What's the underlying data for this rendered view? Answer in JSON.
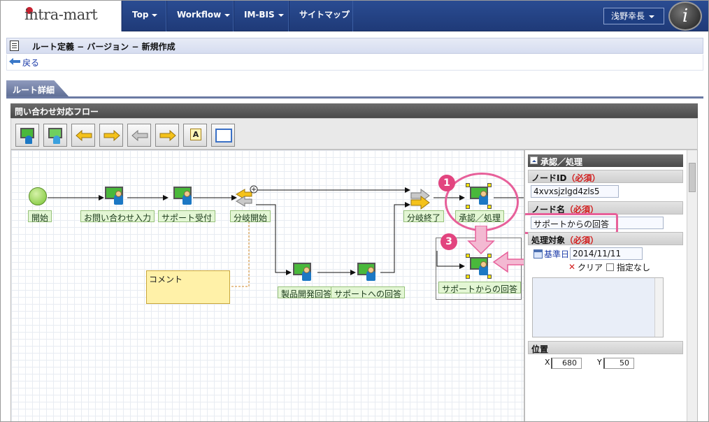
{
  "app": {
    "logo": "intra-mart",
    "nav": [
      {
        "label": "Top"
      },
      {
        "label": "Workflow"
      },
      {
        "label": "IM-BIS"
      },
      {
        "label": "サイトマップ"
      }
    ],
    "user_name": "浅野幸長",
    "avatar_letter": "i"
  },
  "page": {
    "title": "ルート定義 − バージョン − 新規作成",
    "back_label": "戻る",
    "tab_label": "ルート詳細"
  },
  "flow": {
    "name": "問い合わせ対応フロー",
    "nodes": {
      "start": "開始",
      "inquiry_input": "お問い合わせ入力",
      "support_receive": "サポート受付",
      "branch_start": "分岐開始",
      "product_dev_answer": "製品開発回答",
      "answer_to_support": "サポートへの回答",
      "branch_end": "分岐終了",
      "approval": "承認／処理",
      "answer_from_support": "サポートからの回答"
    },
    "comment": "コメント"
  },
  "properties": {
    "header": "承認／処理",
    "node_id_label": "ノードID",
    "required_mark": "（必須）",
    "node_id_value": "4xvxsjzlgd4zls5",
    "node_name_label": "ノード名",
    "node_name_value": "サポートからの回答",
    "target_label": "処理対象",
    "base_date_label": "基準日",
    "base_date_value": "2014/11/11",
    "clear_label": "クリア",
    "unspecified_label": "指定なし",
    "position_label": "位置",
    "x_label": "X",
    "x_value": "680",
    "y_label": "Y",
    "y_value": "50"
  },
  "annotations": {
    "badge_1": "1",
    "badge_3": "3",
    "accent_color": "#e7609a"
  }
}
